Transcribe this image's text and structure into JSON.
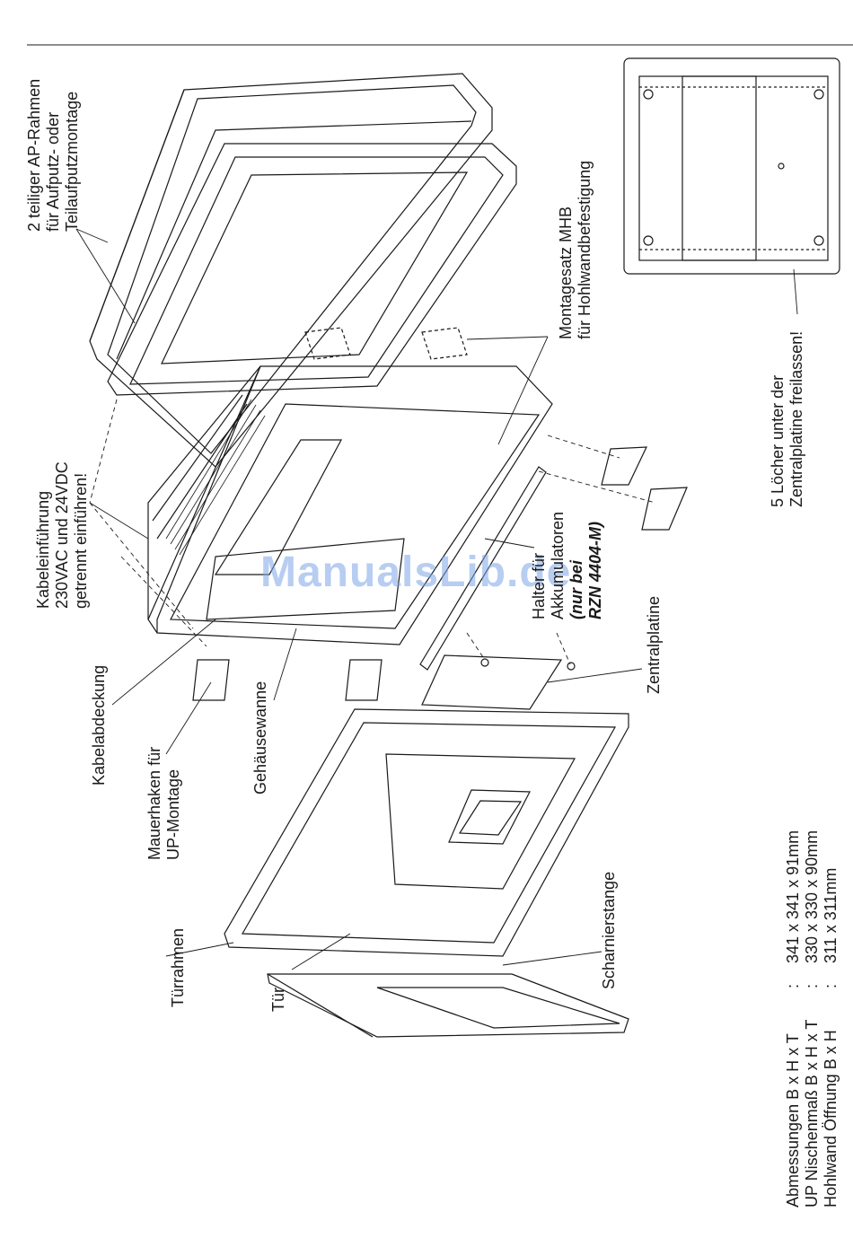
{
  "labels": {
    "ap_rahmen": [
      "2 teiliger AP-Rahmen",
      "für Aufputz- oder",
      "Teilaufputzmontage"
    ],
    "montagesatz": [
      "Montagesatz MHB",
      "für Hohlwandbefestigung"
    ],
    "kabeleinfuehrung": [
      "Kabeleinführung",
      "230VAC und 24VDC",
      "getrennt einführen!"
    ],
    "halter": [
      "Halter für",
      "Akkumulatoren"
    ],
    "halter_note": [
      "(nur bei",
      "RZN 4404-M)"
    ],
    "zentralplatine": "Zentralplatine",
    "kabelabdeckung": "Kabelabdeckung",
    "gehaeusewanne": "Gehäusewanne",
    "mauerhaken": [
      "Mauerhaken für",
      "UP-Montage"
    ],
    "scharnierstange": "Scharnierstange",
    "tuerrahmen": "Türrahmen",
    "tuer": "Tür",
    "loecher": [
      "5 Löcher unter der",
      "Zentralplatine freilassen!"
    ]
  },
  "dimensions": [
    {
      "label": "Abmessungen B x H x T",
      "value": "341 x 341 x 91mm"
    },
    {
      "label": "UP Nischenmaß B x H x T",
      "value": "330 x 330 x 90mm"
    },
    {
      "label": "Hohlwand Öffnung B x H",
      "value": "311 x 311mm"
    }
  ],
  "watermark": "ManualsLib.de",
  "colors": {
    "line": "#1a1a1a",
    "watermark": "#7ea6e6"
  }
}
